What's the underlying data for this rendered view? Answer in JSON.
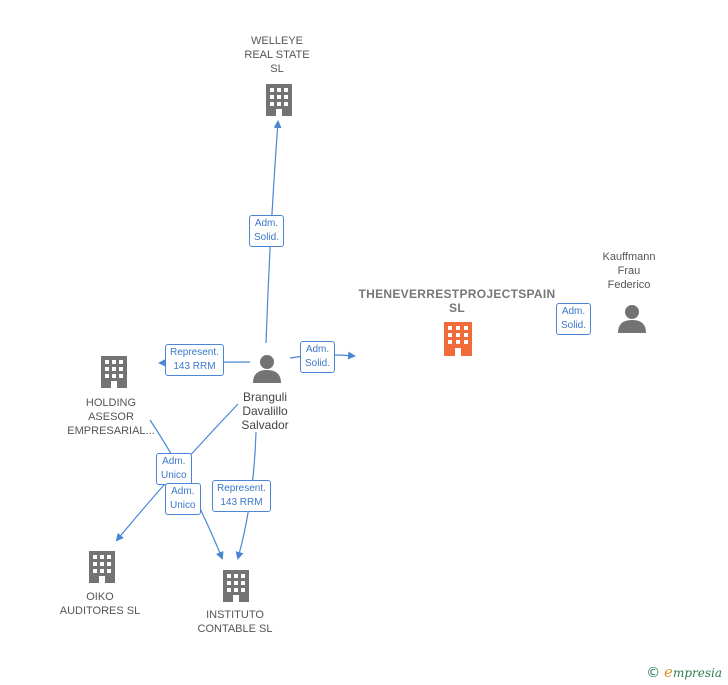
{
  "colors": {
    "edge": "#4a86d4",
    "building": "#737373",
    "building_main": "#f26b3a",
    "person": "#737373"
  },
  "nodes": {
    "welleye": {
      "label": "WELLEYE\nREAL STATE\nSL",
      "icon": "building-icon"
    },
    "theneverrest": {
      "label": "THENEVERRESTPROJECTSPAIN\nSL",
      "icon": "building-icon"
    },
    "kauffmann": {
      "label": "Kauffmann\nFrau\nFederico",
      "icon": "person-icon"
    },
    "holding": {
      "label": "HOLDING\nASESOR\nEMPRESARIAL...",
      "icon": "building-icon"
    },
    "branguli": {
      "label": "Branguli\nDavalillo\nSalvador",
      "icon": "person-icon"
    },
    "oiko": {
      "label": "OIKO\nAUDITORES SL",
      "icon": "building-icon"
    },
    "instituto": {
      "label": "INSTITUTO\nCONTABLE  SL",
      "icon": "building-icon"
    }
  },
  "edges": {
    "welleye": "Adm.\nSolid.",
    "theneverrest": "Adm.\nSolid.",
    "kauffmann": "Adm.\nSolid.",
    "holding": "Represent.\n143 RRM",
    "oiko": "Adm.\nUnico",
    "instituto_adm": "Adm.\nUnico",
    "instituto_rep": "Represent.\n143 RRM"
  },
  "footer": {
    "copyright": "©",
    "brand_initial": "e",
    "brand_rest": "mpresia"
  }
}
